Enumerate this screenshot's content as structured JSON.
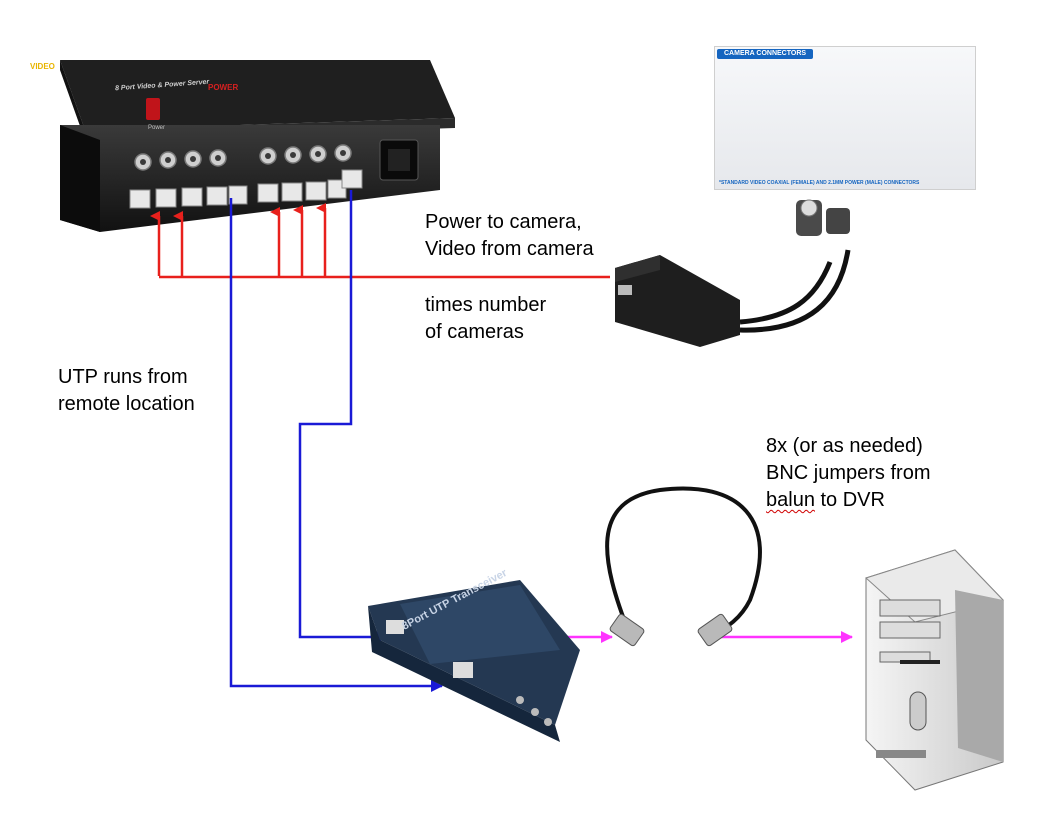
{
  "labels": {
    "power_video": [
      "Power to camera,",
      "Video from camera"
    ],
    "times_cameras": [
      "times number",
      "of cameras"
    ],
    "utp_runs": [
      "UTP runs from",
      "remote location"
    ],
    "bnc_jumpers": [
      "8x (or as needed)",
      "BNC jumpers from",
      "balun to DVR"
    ]
  },
  "server": {
    "title": "8 Port Video & Power Server",
    "power_label": "Power"
  },
  "camera_connectors": {
    "title": "CAMERA CONNECTORS",
    "video_label": "VIDEO",
    "power_label": "POWER",
    "footnote": "*STANDARD VIDEO COAXIAL (FEMALE) AND 2.1MM POWER (MALE) CONNECTORS"
  },
  "transceiver": {
    "title": "8Port UTP Transceiver"
  },
  "colors": {
    "power_line": "#e8201c",
    "utp_line": "#1a1ad6",
    "bnc_line": "#ff33ff",
    "video_connector": "#f2cc00",
    "power_connector": "#e03030"
  }
}
